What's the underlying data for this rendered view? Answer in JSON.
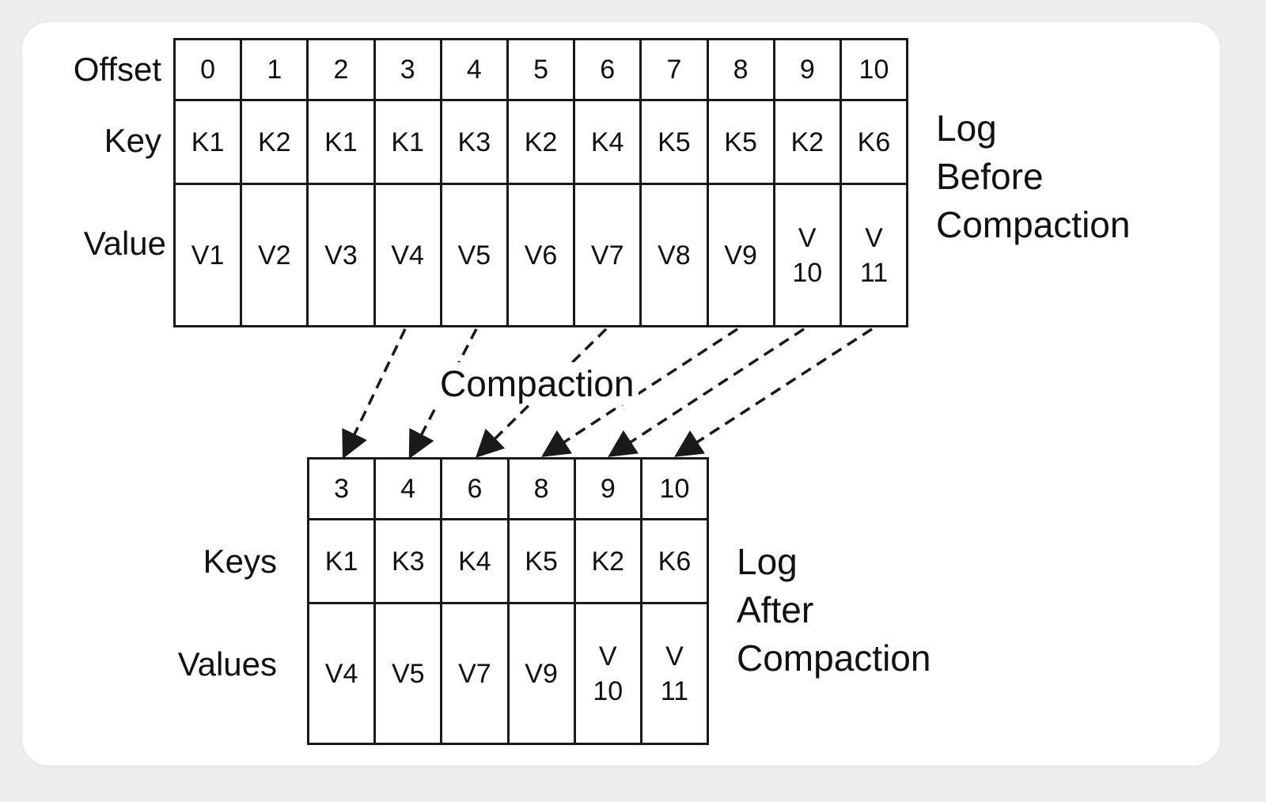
{
  "before": {
    "row_labels": {
      "offset": "Offset",
      "key": "Key",
      "value": "Value"
    },
    "offsets": [
      "0",
      "1",
      "2",
      "3",
      "4",
      "5",
      "6",
      "7",
      "8",
      "9",
      "10"
    ],
    "keys": [
      "K1",
      "K2",
      "K1",
      "K1",
      "K3",
      "K2",
      "K4",
      "K5",
      "K5",
      "K2",
      "K6"
    ],
    "values": [
      "V1",
      "V2",
      "V3",
      "V4",
      "V5",
      "V6",
      "V7",
      "V8",
      "V9",
      "V\n10",
      "V\n11"
    ],
    "title_lines": [
      "Log",
      "Before",
      "Compaction"
    ]
  },
  "after": {
    "row_labels": {
      "keys": "Keys",
      "values": "Values"
    },
    "offsets": [
      "3",
      "4",
      "6",
      "8",
      "9",
      "10"
    ],
    "keys": [
      "K1",
      "K3",
      "K4",
      "K5",
      "K2",
      "K6"
    ],
    "values": [
      "V4",
      "V5",
      "V7",
      "V9",
      "V\n10",
      "V\n11"
    ],
    "title_lines": [
      "Log",
      "After",
      "Compaction"
    ]
  },
  "arrow_label": "Compaction",
  "arrows_from_offsets": [
    "3",
    "4",
    "6",
    "8",
    "9",
    "10"
  ],
  "colors": {
    "line": "#1a1a1a",
    "card": "#ffffff",
    "background": "#eeeeee"
  }
}
